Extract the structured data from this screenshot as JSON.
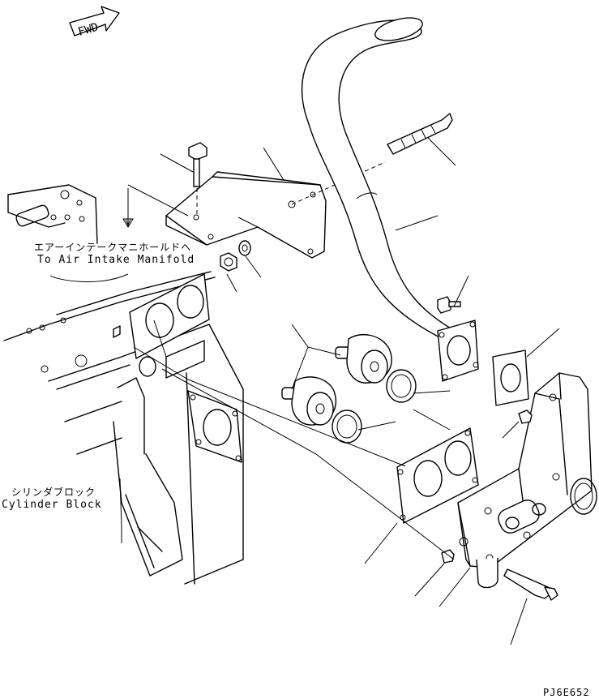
{
  "fwd_label": "FWD",
  "labels": {
    "intake_jp": "エアーインテークマニホールドへ",
    "intake_en": "To Air Intake Manifold",
    "block_jp": "シリンダブロック",
    "block_en": "Cylinder Block"
  },
  "drawing_code": "PJ6E652"
}
